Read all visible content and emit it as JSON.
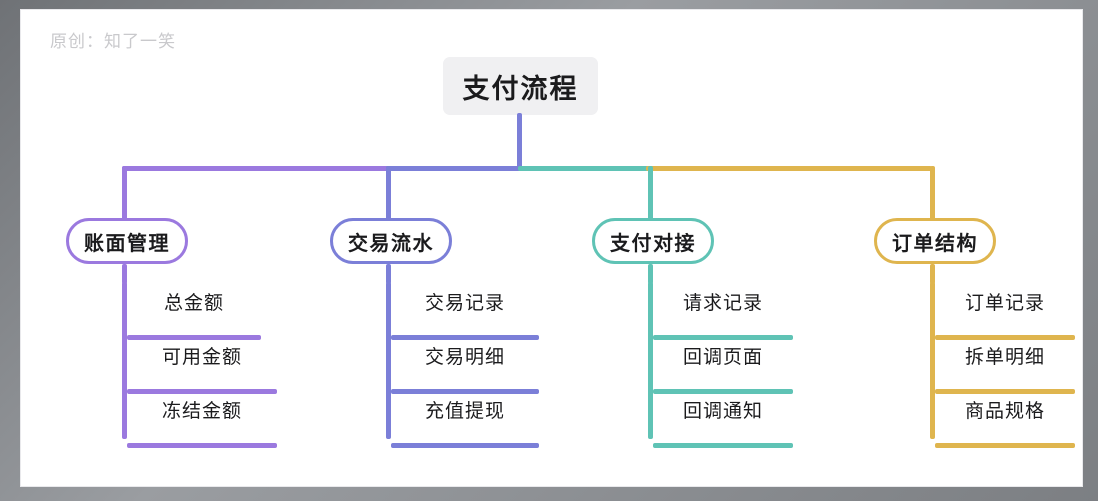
{
  "canvas": {
    "watermark": "原创：知了一笑",
    "background": "#ffffff",
    "frame_color": "#8d9094"
  },
  "root": {
    "label": "支付流程",
    "background": "#f0f0f2",
    "text_color": "#1b1b1d",
    "stem_color": "#7b7fd8"
  },
  "chart_data": {
    "type": "mindmap",
    "title": "支付流程",
    "orientation": "top-down",
    "branch_count": 4,
    "leaf_count": 12
  },
  "branches": [
    {
      "label": "账面管理",
      "color": "#9b79df",
      "children": [
        {
          "label": "总金额"
        },
        {
          "label": "可用金额"
        },
        {
          "label": "冻结金额"
        }
      ]
    },
    {
      "label": "交易流水",
      "color": "#7b7fd8",
      "children": [
        {
          "label": "交易记录"
        },
        {
          "label": "交易明细"
        },
        {
          "label": "充值提现"
        }
      ]
    },
    {
      "label": "支付对接",
      "color": "#5fc3b5",
      "children": [
        {
          "label": "请求记录"
        },
        {
          "label": "回调页面"
        },
        {
          "label": "回调通知"
        }
      ]
    },
    {
      "label": "订单结构",
      "color": "#dfb54e",
      "children": [
        {
          "label": "订单记录"
        },
        {
          "label": "拆单明细"
        },
        {
          "label": "商品规格"
        }
      ]
    }
  ]
}
